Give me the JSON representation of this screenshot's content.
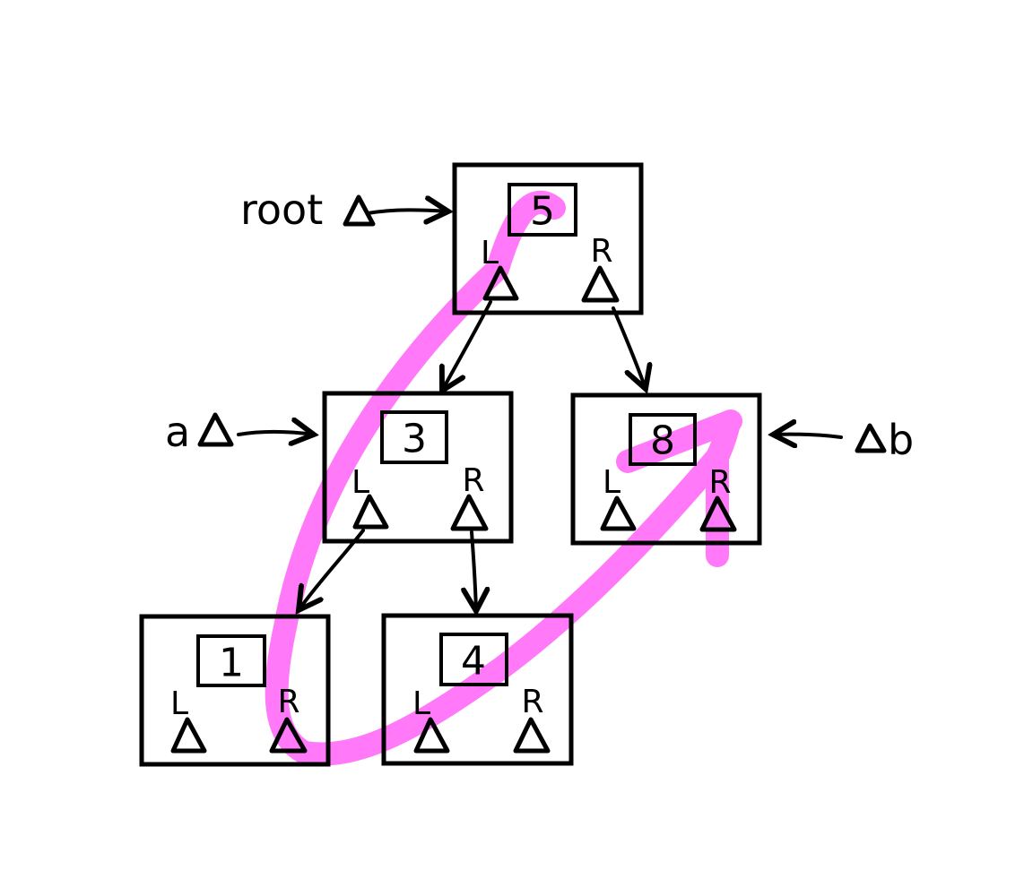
{
  "nodes": [
    {
      "id": "5",
      "value": "5",
      "left_label": "L",
      "right_label": "R"
    },
    {
      "id": "3",
      "value": "3",
      "left_label": "L",
      "right_label": "R"
    },
    {
      "id": "8",
      "value": "8",
      "left_label": "L",
      "right_label": "R"
    },
    {
      "id": "1",
      "value": "1",
      "left_label": "L",
      "right_label": "R"
    },
    {
      "id": "4",
      "value": "4",
      "left_label": "L",
      "right_label": "R"
    }
  ],
  "pointers": {
    "root": "root",
    "a": "a",
    "b": "b"
  },
  "colors": {
    "ink": "#000000",
    "highlight": "#ff4cf5"
  }
}
